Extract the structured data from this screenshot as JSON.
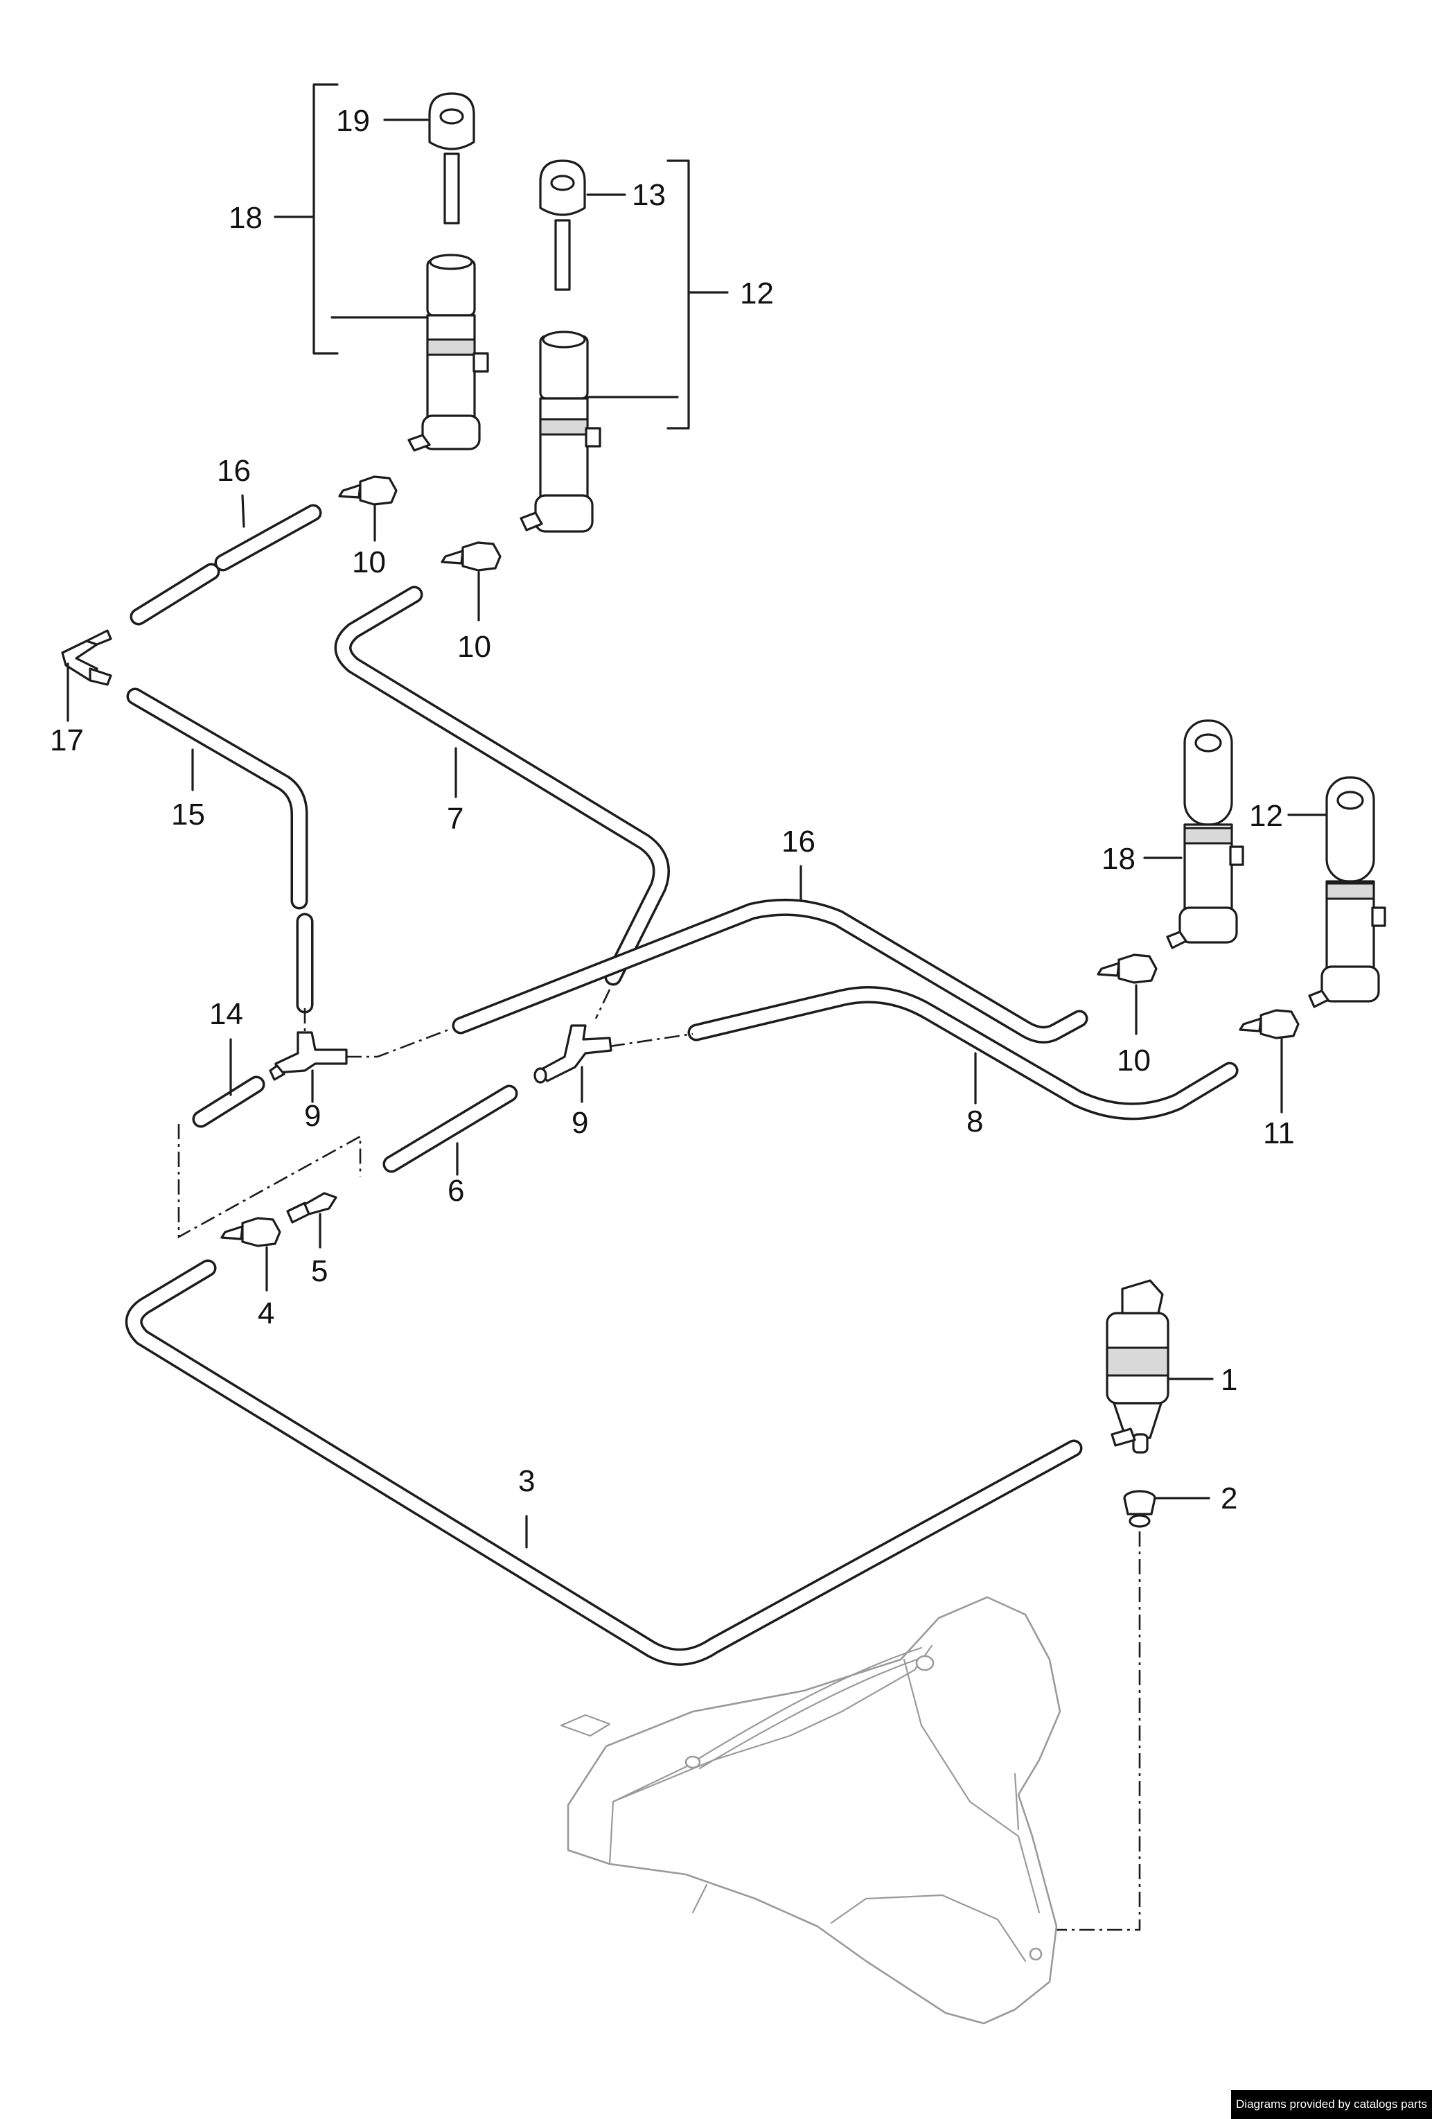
{
  "diagram": {
    "callouts": {
      "c1": "1",
      "c2": "2",
      "c3": "3",
      "c4": "4",
      "c5": "5",
      "c6": "6",
      "c7": "7",
      "c8": "8",
      "c9a": "9",
      "c9b": "9",
      "c10a": "10",
      "c10b": "10",
      "c10c": "10",
      "c11": "11",
      "c12a": "12",
      "c12b": "12",
      "c13": "13",
      "c14": "14",
      "c15": "15",
      "c16a": "16",
      "c16b": "16",
      "c17": "17",
      "c18a": "18",
      "c18b": "18",
      "c19": "19"
    }
  },
  "footer": {
    "credit": "Diagrams provided by catalogs parts"
  }
}
